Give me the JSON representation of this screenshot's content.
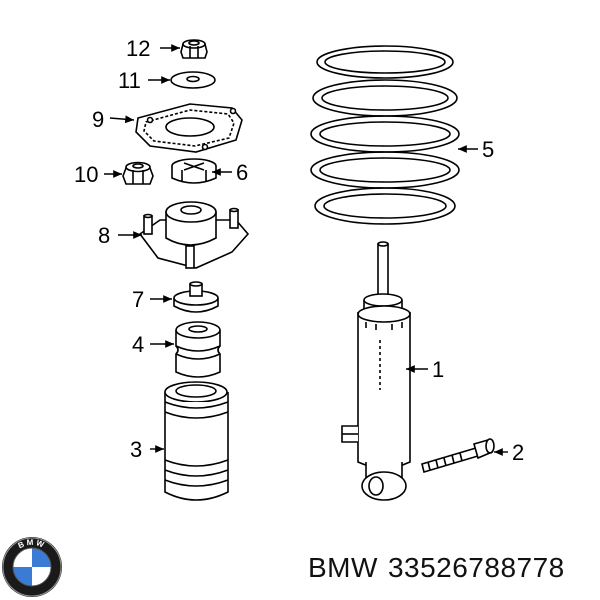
{
  "callouts": {
    "c12": "12",
    "c11": "11",
    "c9": "9",
    "c10": "10",
    "c6": "6",
    "c8": "8",
    "c7": "7",
    "c4": "4",
    "c3": "3",
    "c5": "5",
    "c1": "1",
    "c2": "2"
  },
  "footer": {
    "brand": "BMW",
    "part_number": "33526788778",
    "logo_text": "BMW"
  },
  "colors": {
    "line": "#000000",
    "logo_blue": "#3a7bd5",
    "logo_ring": "#1a1a1a"
  }
}
